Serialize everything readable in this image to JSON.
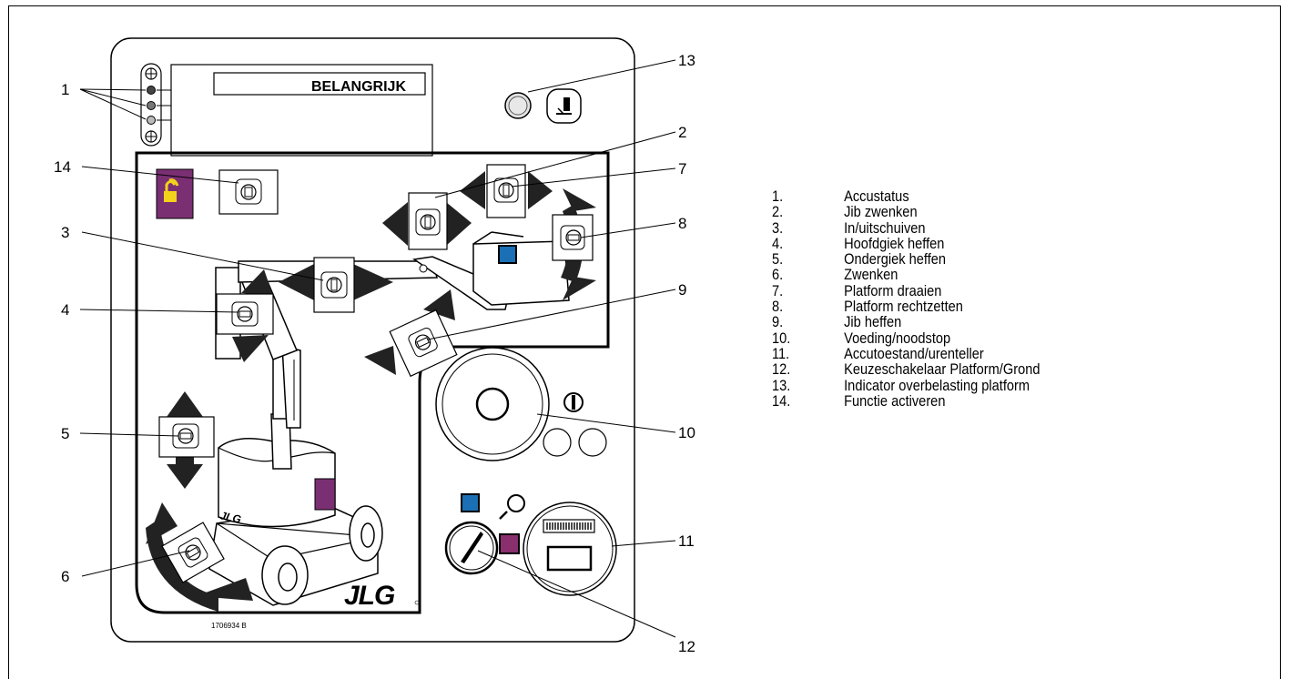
{
  "panel": {
    "warning_label": "BELANGRIJK",
    "part_number": "1706934 B",
    "brand_logo": "JLG",
    "machine_decal_text": "JLG",
    "colors": {
      "unlock": "#7b2f73",
      "lock_icon": "#f2d21a",
      "blue_indicator": "#1a6fb5",
      "purple_indicator": "#8a2f6e"
    }
  },
  "callouts": [
    "1",
    "2",
    "3",
    "4",
    "5",
    "6",
    "7",
    "8",
    "9",
    "10",
    "11",
    "12",
    "13",
    "14"
  ],
  "legend": [
    {
      "num": "1.",
      "text": "Accustatus"
    },
    {
      "num": "2.",
      "text": "Jib zwenken"
    },
    {
      "num": "3.",
      "text": "In/uitschuiven"
    },
    {
      "num": "4.",
      "text": "Hoofdgiek heffen"
    },
    {
      "num": "5.",
      "text": "Ondergiek heffen"
    },
    {
      "num": "6.",
      "text": "Zwenken"
    },
    {
      "num": "7.",
      "text": "Platform draaien"
    },
    {
      "num": "8.",
      "text": "Platform rechtzetten"
    },
    {
      "num": "9.",
      "text": "Jib heffen"
    },
    {
      "num": "10.",
      "text": "Voeding/noodstop"
    },
    {
      "num": "11.",
      "text": "Accutoestand/urenteller"
    },
    {
      "num": "12.",
      "text": "Keuzeschakelaar Platform/Grond"
    },
    {
      "num": "13.",
      "text": "Indicator overbelasting platform"
    },
    {
      "num": "14.",
      "text": "Functie activeren"
    }
  ]
}
